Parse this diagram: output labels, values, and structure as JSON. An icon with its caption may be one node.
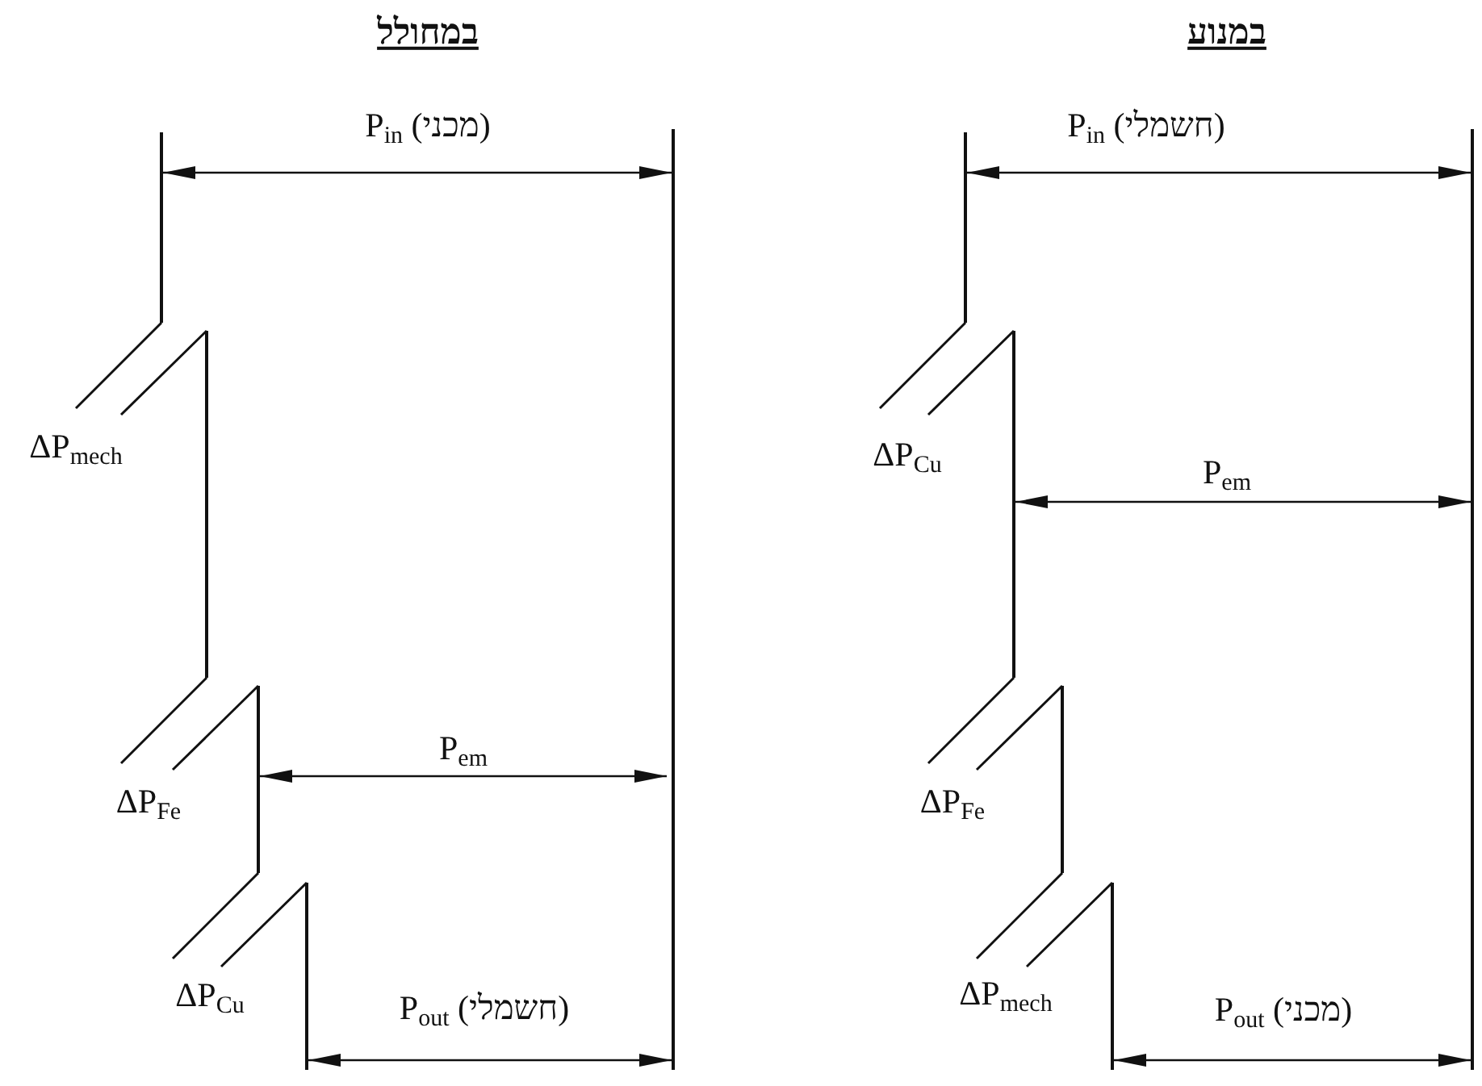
{
  "diagram": {
    "labels": [
      "במחולל",
      "במנוע",
      "P$_{in}$ (מכני)",
      "P$_{in}$ (חשמלי)",
      "ΔP$_{mech}$",
      "ΔP$_{Cu}$",
      "P$_{em}$",
      "ΔP$_{Fe}$",
      "P$_{em}$",
      "ΔP$_{Fe}$",
      "ΔP$_{Cu}$",
      "P$_{out}$ (חשמלי)",
      "ΔP$_{mech}$",
      "P$_{out}$ (מכני)"
    ]
  }
}
